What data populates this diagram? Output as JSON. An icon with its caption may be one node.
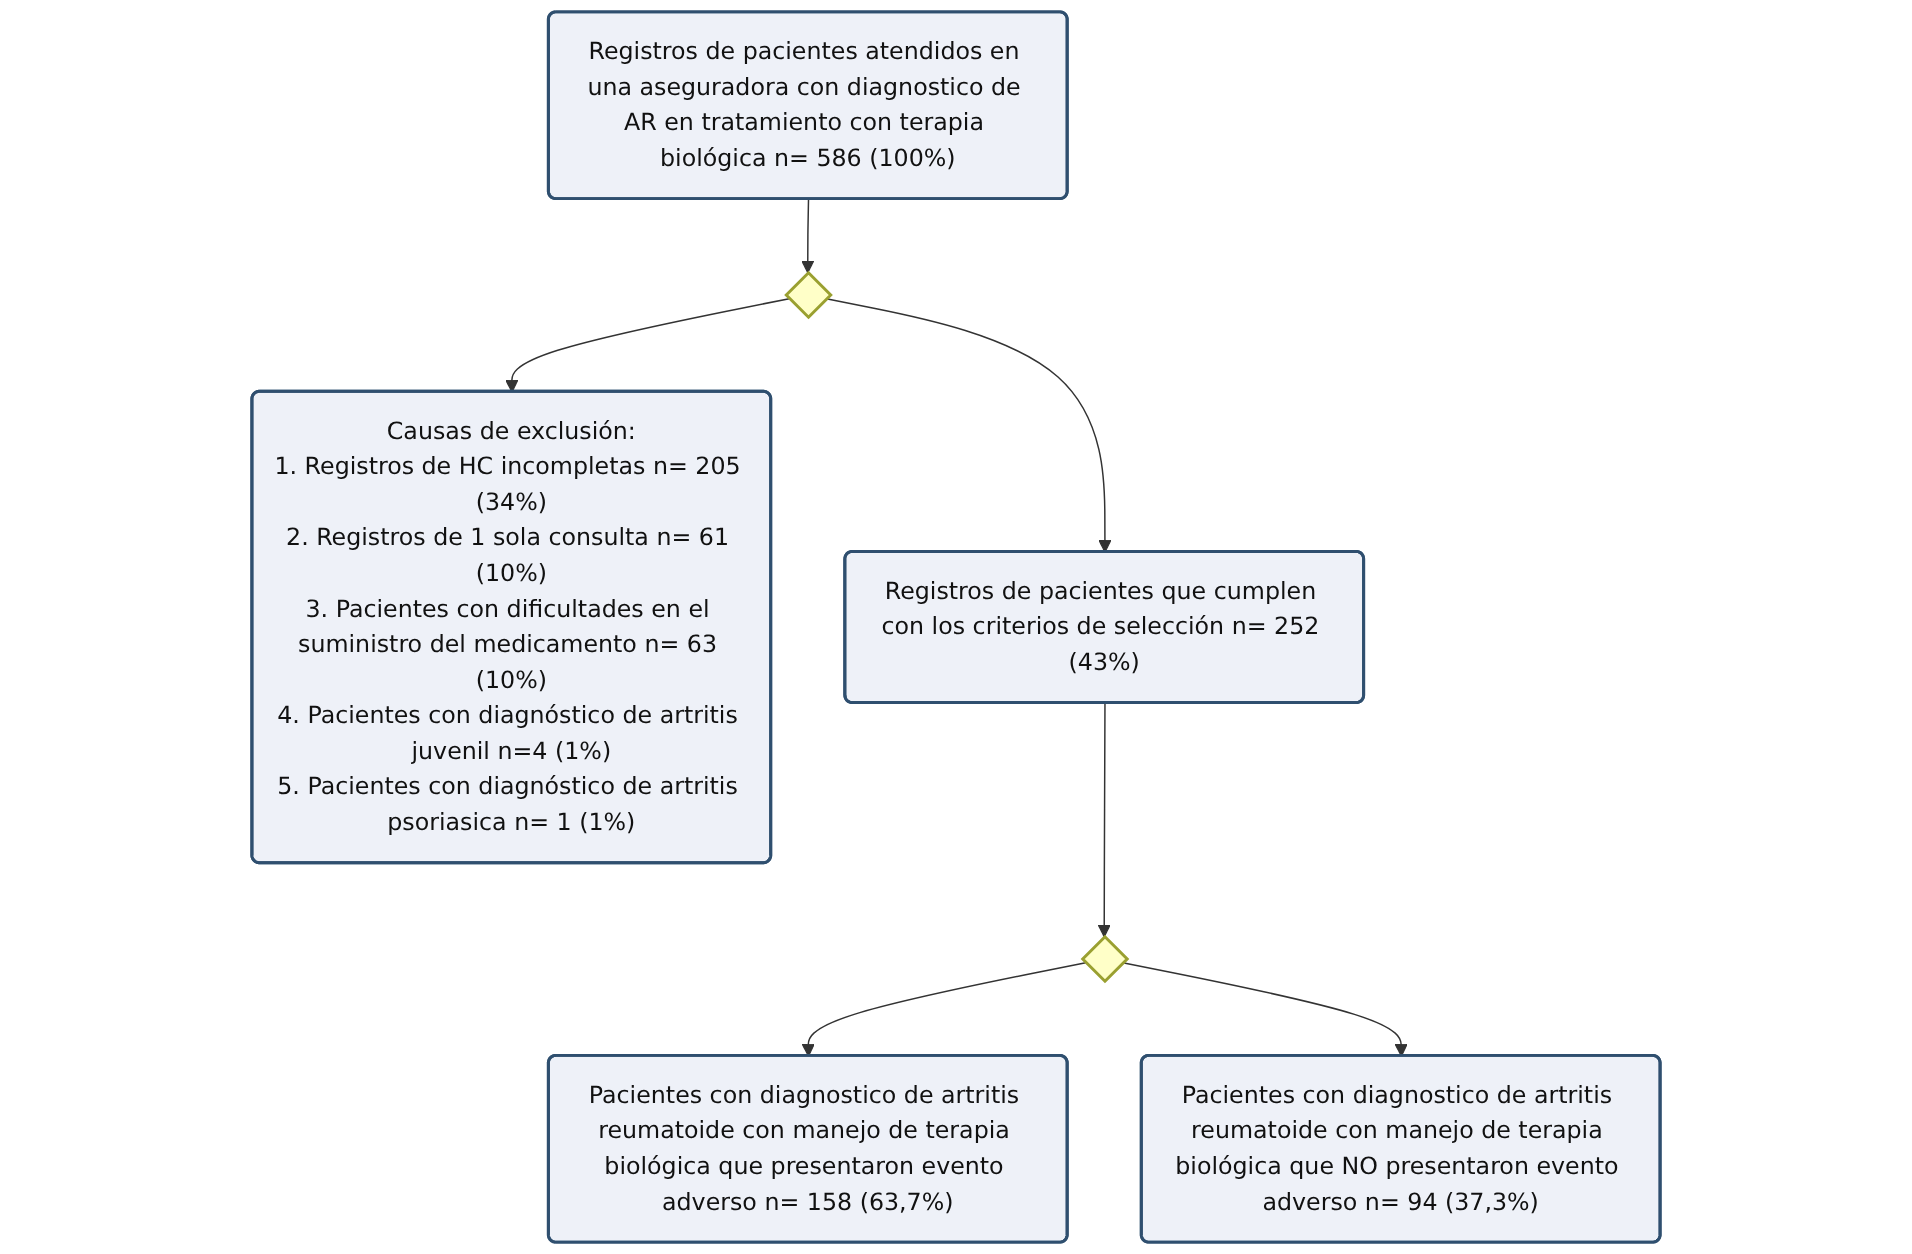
{
  "diagram": {
    "nodes": [
      {
        "text": [
          "Registros de pacientes atendidos en una aseguradora con diagnostico de AR en tratamiento con terapia biológica n= 586 (100%)"
        ]
      },
      {
        "text": [],
        "shape": "diamond"
      },
      {
        "text": [
          "Causas de exclusión:",
          "1. Registros de HC incompletas n= 205 (34%)",
          "2. Registros de 1 sola consulta n= 61 (10%)",
          "3. Pacientes con dificultades en el suministro del medicamento n= 63 (10%)",
          "4. Pacientes con diagnóstico de artritis juvenil n=4 (1%)",
          "5. Pacientes con diagnóstico de artritis psoriasica n= 1 (1%)"
        ]
      },
      {
        "text": [
          "Registros de pacientes que cumplen con los criterios de selección n= 252 (43%)"
        ]
      },
      {
        "text": [],
        "shape": "diamond"
      },
      {
        "text": [
          "Pacientes con diagnostico de artritis reumatoide con manejo de terapia biológica que presentaron evento adverso n= 158 (63,7%)"
        ]
      },
      {
        "text": [
          "Pacientes con diagnostico de artritis reumatoide con manejo de terapia biológica que NO presentaron evento adverso n= 94 (37,3%)"
        ]
      }
    ],
    "edges": [
      {
        "from": 0,
        "to": 1,
        "arrow": "to"
      },
      {
        "from": 1,
        "to": 2,
        "arrow": "to"
      },
      {
        "from": 1,
        "to": 3,
        "arrow": "to"
      },
      {
        "from": 3,
        "to": 4,
        "arrow": "to"
      },
      {
        "from": 4,
        "to": 5,
        "arrow": "to"
      },
      {
        "from": 4,
        "to": 6,
        "arrow": "to"
      }
    ]
  }
}
